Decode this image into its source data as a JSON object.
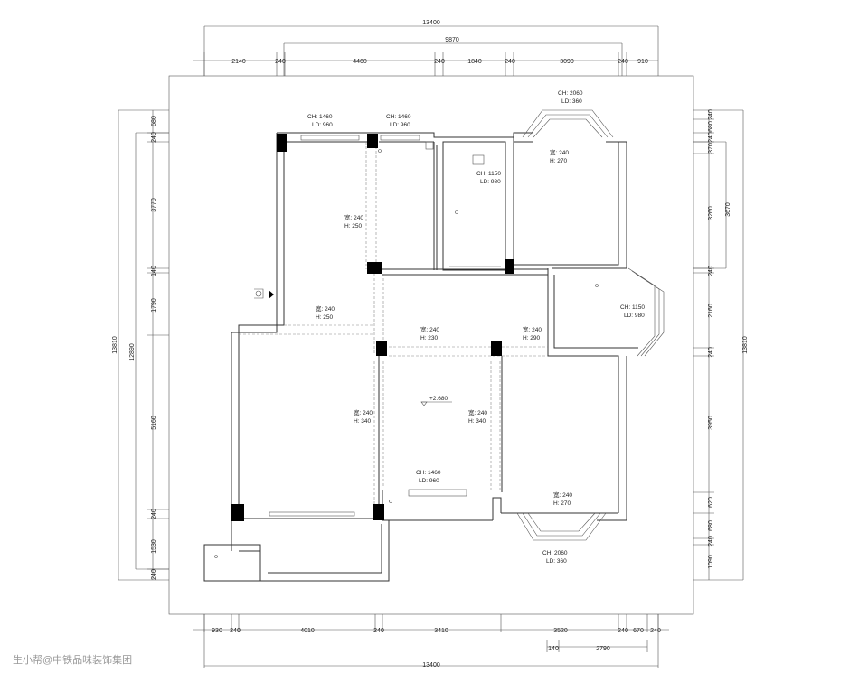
{
  "dims": {
    "top_total": "13400",
    "top_inner": "9870",
    "top_segments": [
      "2140",
      "240",
      "4460",
      "240",
      "1840",
      "240",
      "3090",
      "240",
      "910"
    ],
    "bottom_segments": [
      "930",
      "240",
      "4010",
      "240",
      "3410",
      "3520",
      "240",
      "670",
      "240"
    ],
    "bottom_extra": [
      "140",
      "2790"
    ],
    "bottom_total": "13400",
    "left_total": "13810",
    "left_inner": "12890",
    "left_segments": [
      "680",
      "240",
      "3770",
      "140",
      "1790",
      "5160",
      "240",
      "1530",
      "240"
    ],
    "right_total": "13810",
    "right_inner": "3670",
    "right_segments": [
      "240",
      "680",
      "240",
      "370",
      "3260",
      "240",
      "2160",
      "240",
      "3950",
      "620",
      "680",
      "240",
      "1090"
    ]
  },
  "windows": [
    {
      "ch": "CH: 1460",
      "ld": "LD: 960"
    },
    {
      "ch": "CH: 1460",
      "ld": "LD: 960"
    },
    {
      "ch": "CH: 2060",
      "ld": "LD: 360"
    },
    {
      "ch": "CH: 1150",
      "ld": "LD: 980"
    },
    {
      "ch": "CH: 1150",
      "ld": "LD: 980"
    },
    {
      "ch": "CH: 1460",
      "ld": "LD: 960"
    },
    {
      "ch": "CH: 2060",
      "ld": "LD: 360"
    }
  ],
  "beams": [
    {
      "w": "宽: 240",
      "h": "H: 270"
    },
    {
      "w": "宽: 240",
      "h": "H: 250"
    },
    {
      "w": "宽: 240",
      "h": "H: 250"
    },
    {
      "w": "宽: 240",
      "h": "H: 230"
    },
    {
      "w": "宽: 240",
      "h": "H: 290"
    },
    {
      "w": "宽: 240",
      "h": "H: 340"
    },
    {
      "w": "宽: 240",
      "h": "H: 340"
    },
    {
      "w": "宽: 240",
      "h": "H: 270"
    }
  ],
  "level": "+2.680",
  "watermark": "生小帮@中铁品味装饰集团"
}
